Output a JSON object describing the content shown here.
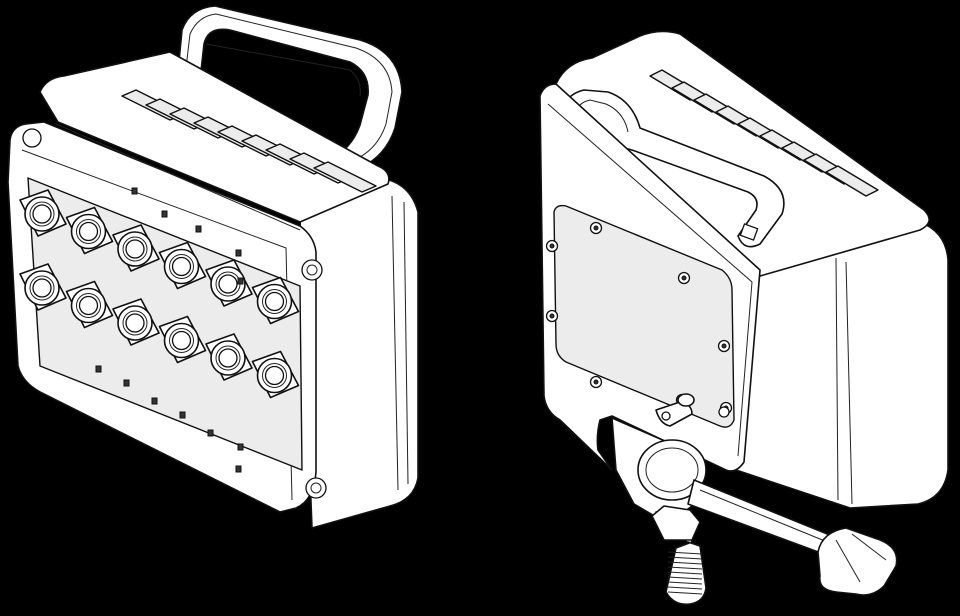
{
  "background": "#000000",
  "line_color": "#111111",
  "fill_color": "#ffffff",
  "views": [
    {
      "name": "enclosure-front-view",
      "connector_rows": 2,
      "connectors_per_row": 6
    },
    {
      "name": "enclosure-rear-view",
      "cover_screws": 8
    }
  ]
}
